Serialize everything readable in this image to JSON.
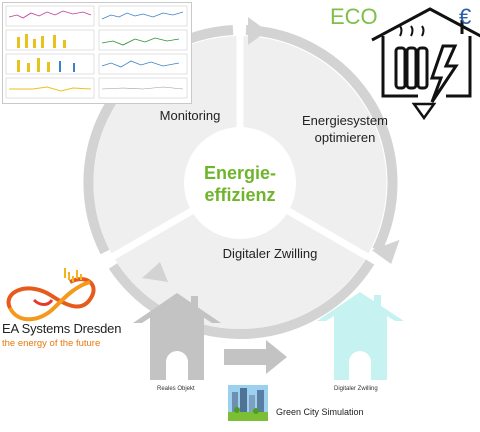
{
  "cycle": {
    "segments": [
      {
        "label_line1": "Monitoring",
        "label_line2": ""
      },
      {
        "label_line1": "Energiesystem",
        "label_line2": "optimieren"
      },
      {
        "label_line1": "Digitaler Zwilling",
        "label_line2": ""
      }
    ],
    "center": {
      "line1": "Energie-",
      "line2": "effizienz"
    }
  },
  "eco_badge": {
    "eco_text": "ECO",
    "currency_symbol": "€"
  },
  "company": {
    "name": "EA Systems Dresden",
    "slogan": "the energy of the future"
  },
  "twin": {
    "real_label": "Reales Objekt",
    "digital_label": "Digitaler Zwilling",
    "sim_label": "Green City Simulation"
  },
  "colors": {
    "ring_gray": "#d3d3d3",
    "sector_fill": "#efefef",
    "accent_green": "#6fb52c",
    "house_real": "#c3c3c3",
    "house_digital": "#c6f2f2",
    "euro_blue": "#2e5ca8"
  },
  "icons": [
    "monitoring-dashboard-thumbnail",
    "energy-house-icon",
    "infinity-logo-icon",
    "real-house-icon",
    "arrow-right-icon",
    "digital-house-icon",
    "green-city-icon"
  ]
}
